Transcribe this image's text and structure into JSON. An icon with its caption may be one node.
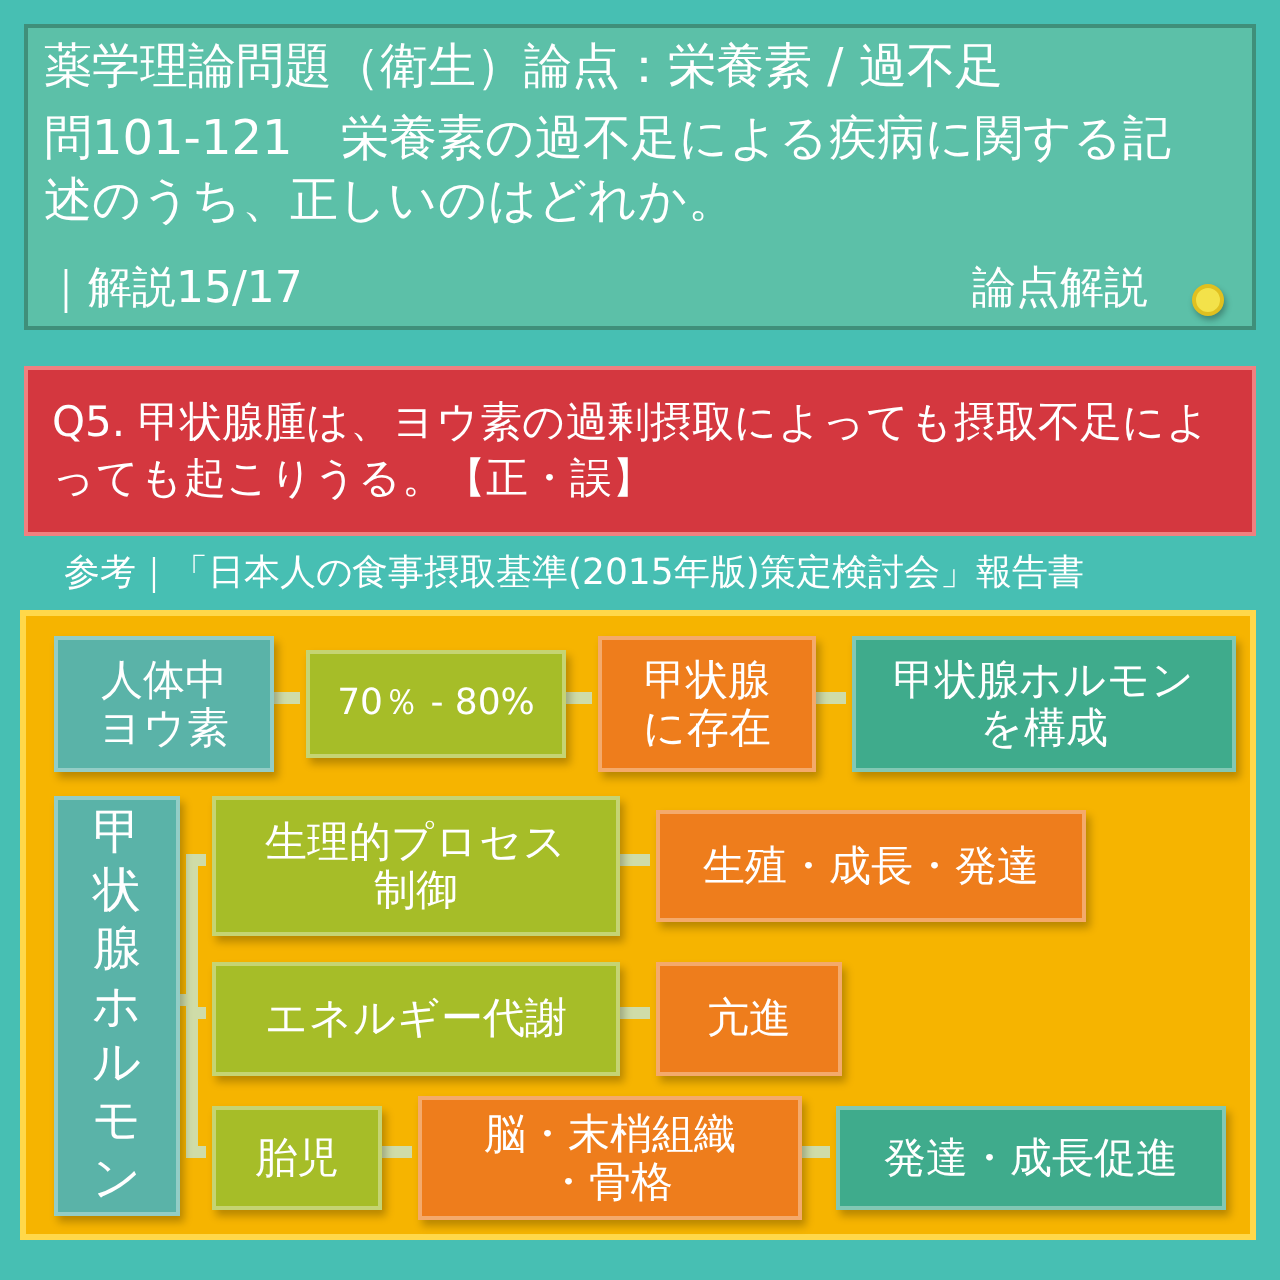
{
  "diagram": {
    "nodes": [
      {
        "text": [
          "薬学理論問題（衛生）論点：栄養素 / 過不足",
          "問101-121　栄養素の過不足による疾病に関する記述のうち、正しいのはどれか。",
          "｜解説15/17",
          "論点解説"
        ]
      },
      {
        "text": [
          "Q5. 甲状腺腫は、ヨウ素の過剰摂取によっても摂取不足によっても起こりうる。【正・誤】"
        ]
      },
      {
        "text": [],
        "shape": "box"
      },
      {
        "text": [
          "人体中ヨウ素"
        ],
        "in": 2
      },
      {
        "text": [
          "70％ - 80%"
        ],
        "in": 2
      },
      {
        "text": [
          "甲状腺に存在"
        ],
        "in": 2
      },
      {
        "text": [
          "甲状腺ホルモンを構成"
        ],
        "in": 2
      },
      {
        "text": [
          "甲状腺ホルモン"
        ],
        "in": 2
      },
      {
        "text": [
          "生理的プロセス制御"
        ],
        "in": 2
      },
      {
        "text": [
          "生殖・成長・発達"
        ],
        "in": 2
      },
      {
        "text": [
          "エネルギー代謝"
        ],
        "in": 2
      },
      {
        "text": [
          "亢進"
        ],
        "in": 2
      },
      {
        "text": [
          "胎児"
        ],
        "in": 2
      },
      {
        "text": [
          "脳・末梢組織・骨格"
        ],
        "in": 2
      },
      {
        "text": [
          "発達・成長促進"
        ],
        "in": 2
      }
    ],
    "edges": [
      {
        "from": 3,
        "to": 4,
        "arrow": "none"
      },
      {
        "from": 4,
        "to": 5,
        "arrow": "none"
      },
      {
        "from": 5,
        "to": 6,
        "arrow": "none"
      },
      {
        "from": 7,
        "to": 8,
        "arrow": "none"
      },
      {
        "from": 7,
        "to": 10,
        "arrow": "none"
      },
      {
        "from": 7,
        "to": 12,
        "arrow": "none"
      },
      {
        "from": 8,
        "to": 9,
        "arrow": "none"
      },
      {
        "from": 10,
        "to": 11,
        "arrow": "none"
      },
      {
        "from": 12,
        "to": 13,
        "arrow": "none"
      },
      {
        "from": 13,
        "to": 14,
        "arrow": "none"
      }
    ],
    "labels": [
      "参考｜「日本人の食事摂取基準(2015年版)策定検討会」報告書"
    ]
  }
}
